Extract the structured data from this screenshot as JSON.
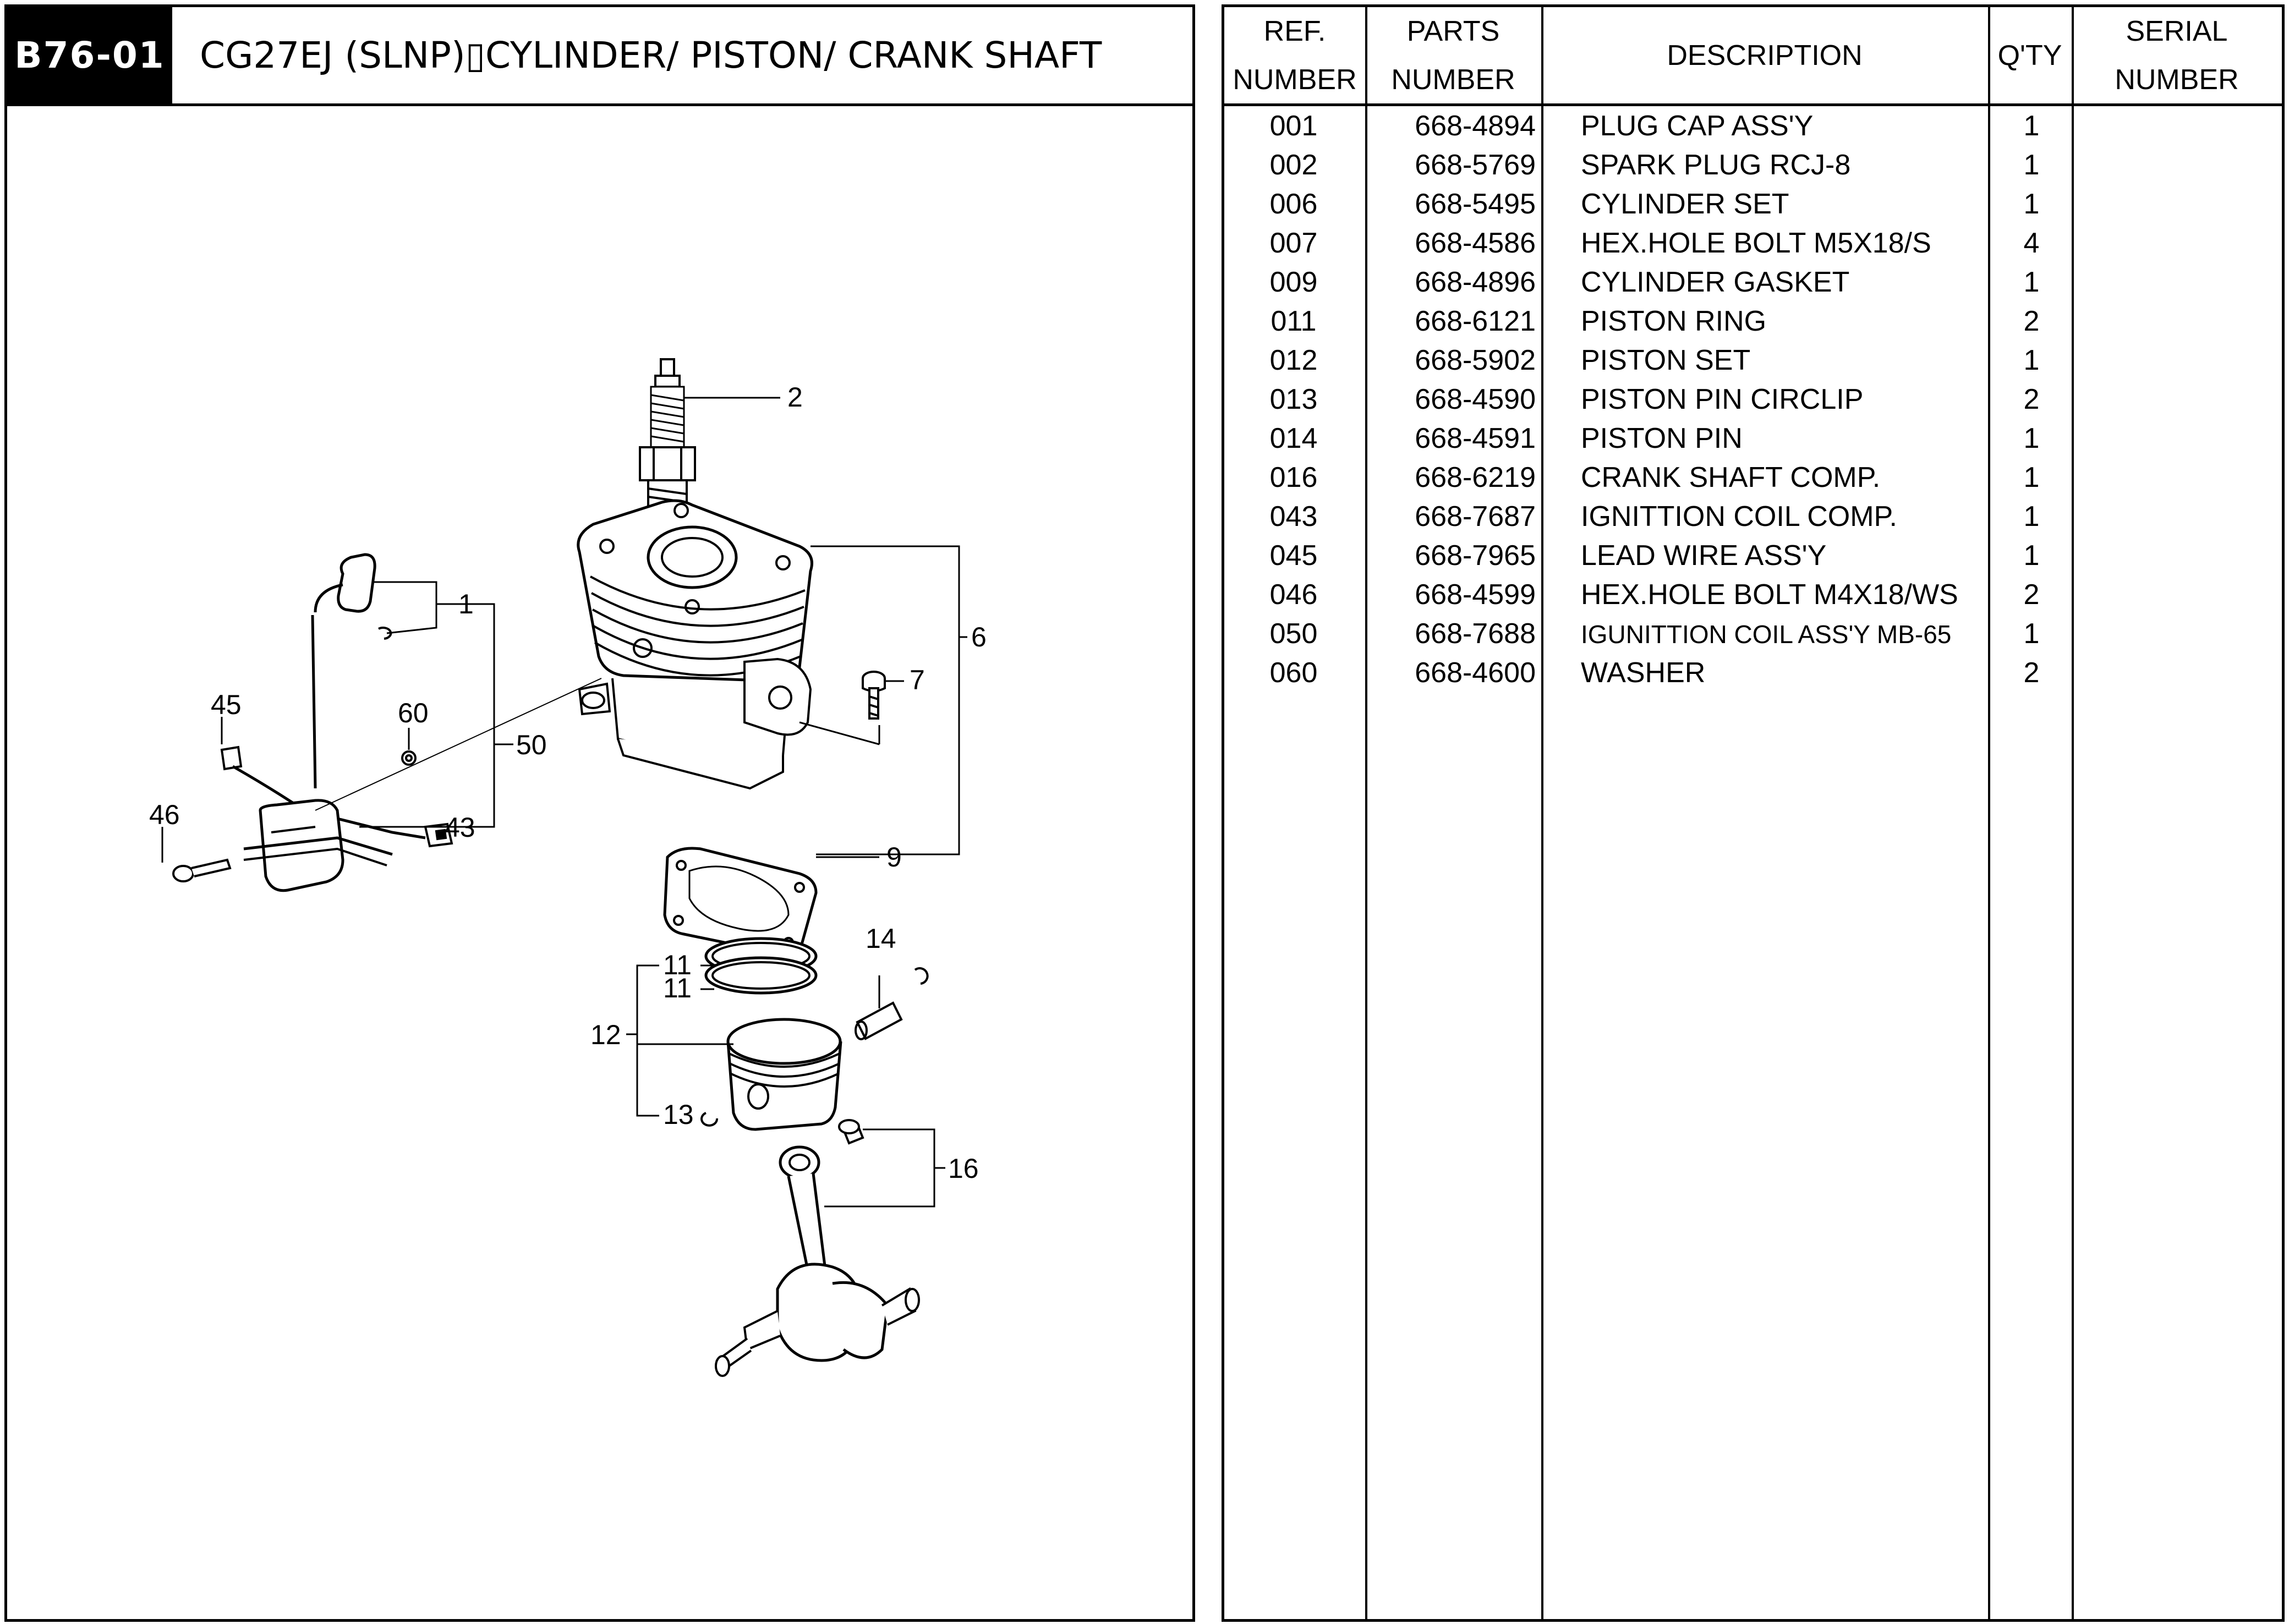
{
  "header": {
    "code": "B76-01",
    "title": "CG27EJ (SLNP)▯CYLINDER/ PISTON/ CRANK SHAFT"
  },
  "table": {
    "columns": {
      "ref_line1": "REF.",
      "ref_line2": "NUMBER",
      "parts_line1": "PARTS",
      "parts_line2": "NUMBER",
      "description": "DESCRIPTION",
      "qty": "Q'TY",
      "serial_line1": "SERIAL",
      "serial_line2": "NUMBER"
    },
    "rows": [
      {
        "ref": "001",
        "part": "668-4894",
        "desc": "PLUG CAP ASS'Y",
        "qty": "1"
      },
      {
        "ref": "002",
        "part": "668-5769",
        "desc": "SPARK PLUG RCJ-8",
        "qty": "1"
      },
      {
        "ref": "006",
        "part": "668-5495",
        "desc": "CYLINDER SET",
        "qty": "1"
      },
      {
        "ref": "007",
        "part": "668-4586",
        "desc": "HEX.HOLE BOLT M5X18/S",
        "qty": "4"
      },
      {
        "ref": "009",
        "part": "668-4896",
        "desc": "CYLINDER GASKET",
        "qty": "1"
      },
      {
        "ref": "011",
        "part": "668-6121",
        "desc": "PISTON RING",
        "qty": "2"
      },
      {
        "ref": "012",
        "part": "668-5902",
        "desc": "PISTON SET",
        "qty": "1"
      },
      {
        "ref": "013",
        "part": "668-4590",
        "desc": "PISTON PIN CIRCLIP",
        "qty": "2"
      },
      {
        "ref": "014",
        "part": "668-4591",
        "desc": "PISTON PIN",
        "qty": "1"
      },
      {
        "ref": "016",
        "part": "668-6219",
        "desc": "CRANK SHAFT COMP.",
        "qty": "1"
      },
      {
        "ref": "043",
        "part": "668-7687",
        "desc": "IGNITTION COIL COMP.",
        "qty": "1"
      },
      {
        "ref": "045",
        "part": "668-7965",
        "desc": "LEAD WIRE ASS'Y",
        "qty": "1"
      },
      {
        "ref": "046",
        "part": "668-4599",
        "desc": "HEX.HOLE BOLT M4X18/WS",
        "qty": "2"
      },
      {
        "ref": "050",
        "part": "668-7688",
        "desc": "IGUNITTION COIL ASS'Y MB-65",
        "qty": "1"
      },
      {
        "ref": "060",
        "part": "668-4600",
        "desc": "WASHER",
        "qty": "2"
      }
    ]
  },
  "diagram_callouts": {
    "c1": "1",
    "c2": "2",
    "c6": "6",
    "c7": "7",
    "c9": "9",
    "c11a": "11",
    "c11b": "11",
    "c12": "12",
    "c13": "13",
    "c14": "14",
    "c16": "16",
    "c43": "43",
    "c45": "45",
    "c46": "46",
    "c50": "50",
    "c60": "60"
  }
}
